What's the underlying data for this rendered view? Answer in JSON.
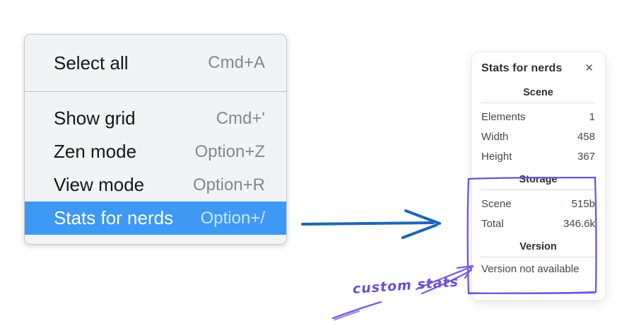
{
  "menu": {
    "items": [
      {
        "label": "Select all",
        "shortcut": "Cmd+A",
        "highlighted": false
      },
      {
        "label": "Show grid",
        "shortcut": "Cmd+'",
        "highlighted": false
      },
      {
        "label": "Zen mode",
        "shortcut": "Option+Z",
        "highlighted": false
      },
      {
        "label": "View mode",
        "shortcut": "Option+R",
        "highlighted": false
      },
      {
        "label": "Stats for nerds",
        "shortcut": "Option+/",
        "highlighted": true
      }
    ],
    "highlight_color": "#3d99f4"
  },
  "panel": {
    "title": "Stats for nerds",
    "close_icon": "✕",
    "sections": [
      {
        "title": "Scene",
        "rows": [
          {
            "label": "Elements",
            "value": "1"
          },
          {
            "label": "Width",
            "value": "458"
          },
          {
            "label": "Height",
            "value": "367"
          }
        ]
      },
      {
        "title": "Storage",
        "rows": [
          {
            "label": "Scene",
            "value": "515b"
          },
          {
            "label": "Total",
            "value": "346.6k"
          }
        ]
      },
      {
        "title": "Version",
        "message": "Version not available"
      }
    ]
  },
  "annotations": {
    "label": "custom stats",
    "purple_color": "#6d4ed6",
    "arrow_color": "#1d66b5"
  }
}
